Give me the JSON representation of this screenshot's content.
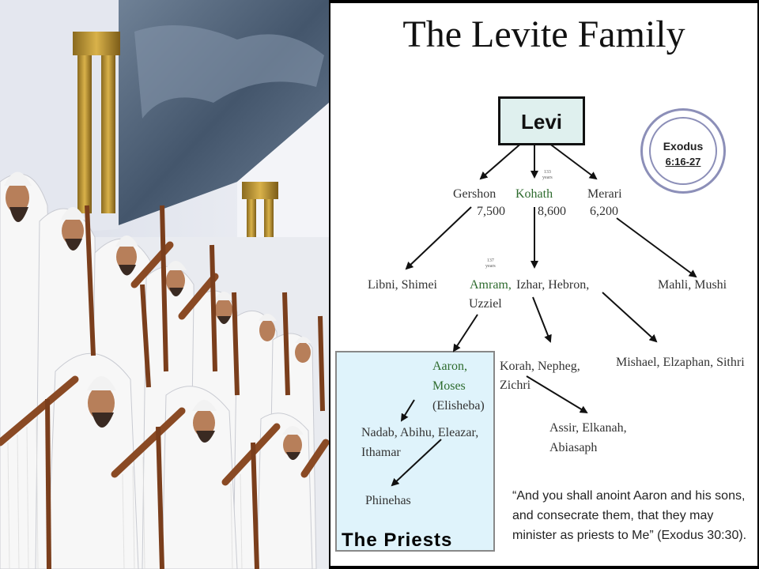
{
  "diagram": {
    "title": "The Levite Family",
    "root": "Levi",
    "reference": {
      "book": "Exodus",
      "verse": "6:16-27"
    },
    "sons": [
      {
        "name": "Gershon",
        "count": "7,500"
      },
      {
        "name": "Kohath",
        "count": "8,600",
        "age": "133\nyears"
      },
      {
        "name": "Merari",
        "count": "6,200"
      }
    ],
    "gershon_sons": "Libni, Shimei",
    "kohath_sons": {
      "amram": "Amram,",
      "rest_line1": "Izhar, Hebron,",
      "rest_line2": "Uzziel",
      "amram_age": "137\nyears"
    },
    "merari_sons": "Mahli, Mushi",
    "amram_children": {
      "line1": "Aaron,",
      "line2": "Moses",
      "line3": "(Elisheba)"
    },
    "izhar_sons": {
      "line1": "Korah, Nepheg,",
      "line2": "Zichri"
    },
    "uzziel_sons": "Mishael, Elzaphan, Sithri",
    "aaron_sons": {
      "line1": "Nadab, Abihu, Eleazar,",
      "line2": "Ithamar"
    },
    "eleazar_son": "Phinehas",
    "korah_sons": {
      "line1": "Assir, Elkanah,",
      "line2": "Abiasaph"
    },
    "priests_label": "The Priests",
    "quote": [
      "“And you shall anoint Aaron and his sons,",
      "and consecrate them, that they may",
      "minister as priests to Me” (Exodus 30:30)."
    ]
  }
}
